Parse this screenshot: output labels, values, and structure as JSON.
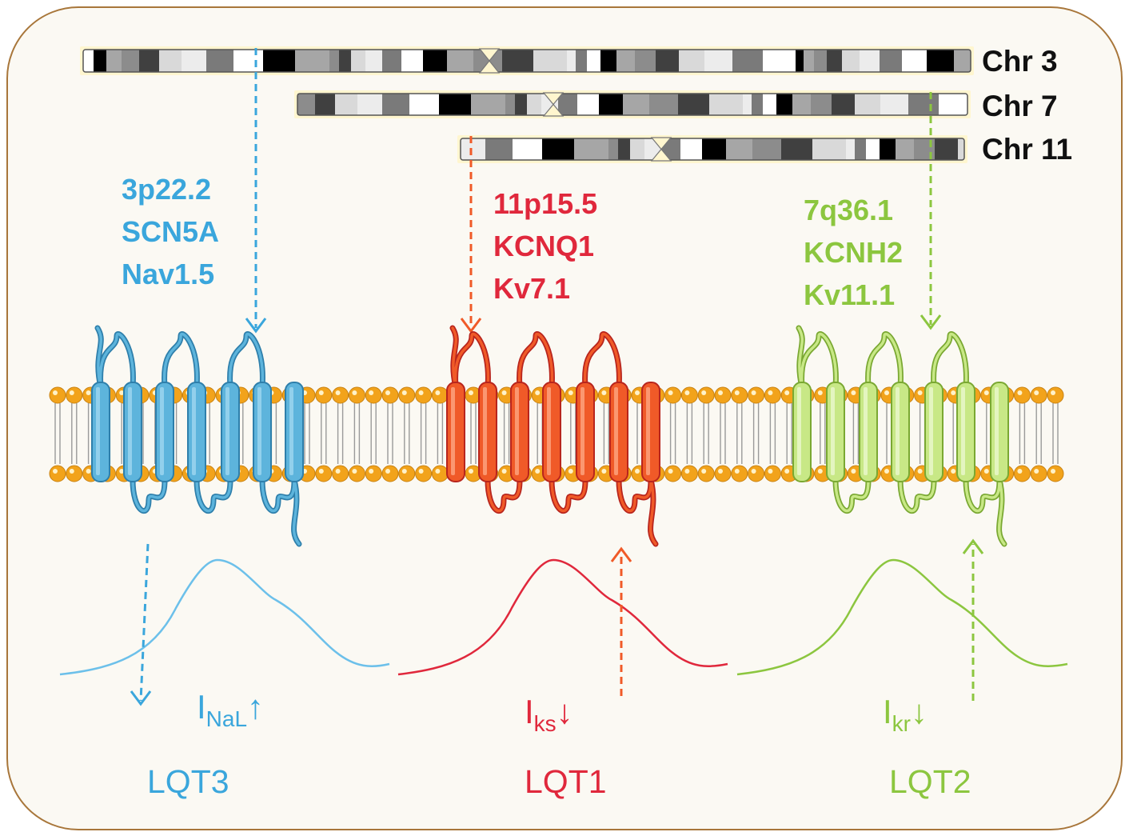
{
  "colors": {
    "lqt3": "#3aa6dc",
    "lqt1": "#e0283c",
    "lqt2": "#8cc63f",
    "lipid": "#f2a31b",
    "frame": "#a8763a",
    "background": "#fbf9f3"
  },
  "chromosomes": [
    {
      "label": "Chr 3"
    },
    {
      "label": "Chr 7"
    },
    {
      "label": "Chr 11"
    }
  ],
  "channels": [
    {
      "id": "lqt3",
      "locus": "3p22.2",
      "gene": "SCN5A",
      "protein": "Nav1.5",
      "current_main": "I",
      "current_sub": "NaL",
      "current_change": "↑",
      "syndrome": "LQT3",
      "color": "#3aa6dc"
    },
    {
      "id": "lqt1",
      "locus": "11p15.5",
      "gene": "KCNQ1",
      "protein": "Kv7.1",
      "current_main": "I",
      "current_sub": "ks",
      "current_change": "↓",
      "syndrome": "LQT1",
      "color": "#e0283c"
    },
    {
      "id": "lqt2",
      "locus": "7q36.1",
      "gene": "KCNH2",
      "protein": "Kv11.1",
      "current_main": "I",
      "current_sub": "kr",
      "current_change": "↓",
      "syndrome": "LQT2",
      "color": "#8cc63f"
    }
  ]
}
